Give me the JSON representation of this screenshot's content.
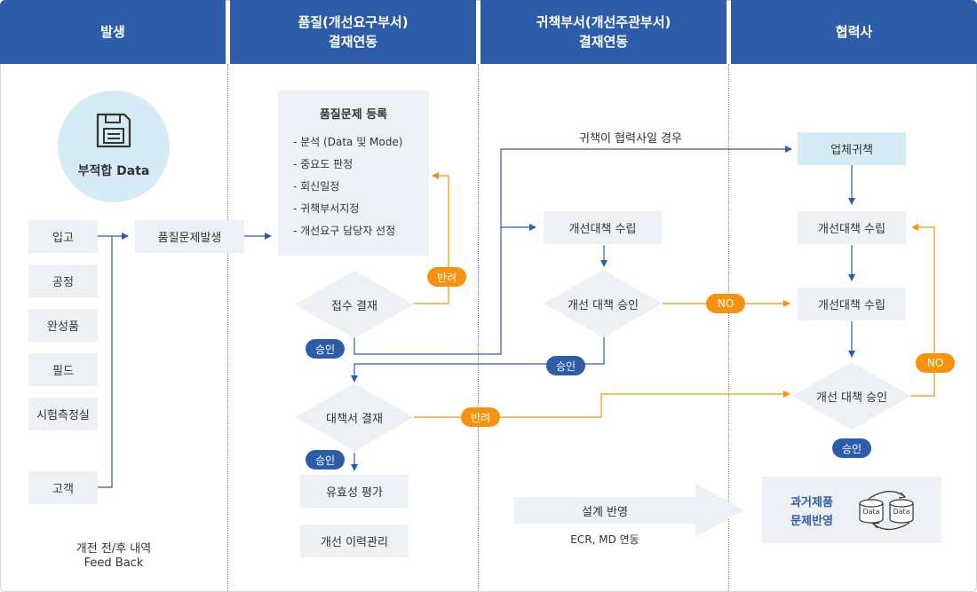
{
  "headers": {
    "occurrence": "발생",
    "quality": "품질(개선요구부서)\n결재연동",
    "responsible": "귀책부서(개선주관부서)\n결재연동",
    "partner": "협력사"
  },
  "occurrence": {
    "badge_label": "부적합 Data",
    "sources": [
      "입고",
      "공정",
      "완성품",
      "필드",
      "시험측정실",
      "고객"
    ],
    "issue_box": "품질문제발생",
    "feedback_line1": "개전 전/후 내역",
    "feedback_line2": "Feed Back"
  },
  "quality": {
    "register_title": "품질문제 등록",
    "register_items": [
      "- 분석 (Data 및 Mode)",
      "- 중요도 판정",
      "- 회신일정",
      "- 귀책부서지정",
      "- 개선요구 담당자 선정"
    ],
    "receipt_approval": "접수 결재",
    "countermeasure_approval": "대책서 결재",
    "effectiveness": "유효성 평가",
    "history": "개선 이력관리"
  },
  "responsible": {
    "partner_case": "귀책이 협력사일 경우",
    "plan": "개선대책 수립",
    "approval": "개선 대책 승인",
    "design_reflect": "설계 반영",
    "ecr_md": "ECR, MD 연동"
  },
  "partner": {
    "vendor_resp": "업체귀책",
    "plan1": "개선대책 수립",
    "plan2": "개선대책 수립",
    "approval": "개선 대책 승인",
    "past_line1": "과거제품",
    "past_line2": "문제반영",
    "db1": "Data",
    "db2": "Data"
  },
  "badges": {
    "approve": "승인",
    "reject": "반려",
    "no": "NO"
  },
  "colors": {
    "header": "#2d5ca8",
    "box": "#edf0f4",
    "badge_circle": "#d5ecf6",
    "blue_line": "#2d5ca8",
    "orange_line": "#f6920e"
  }
}
